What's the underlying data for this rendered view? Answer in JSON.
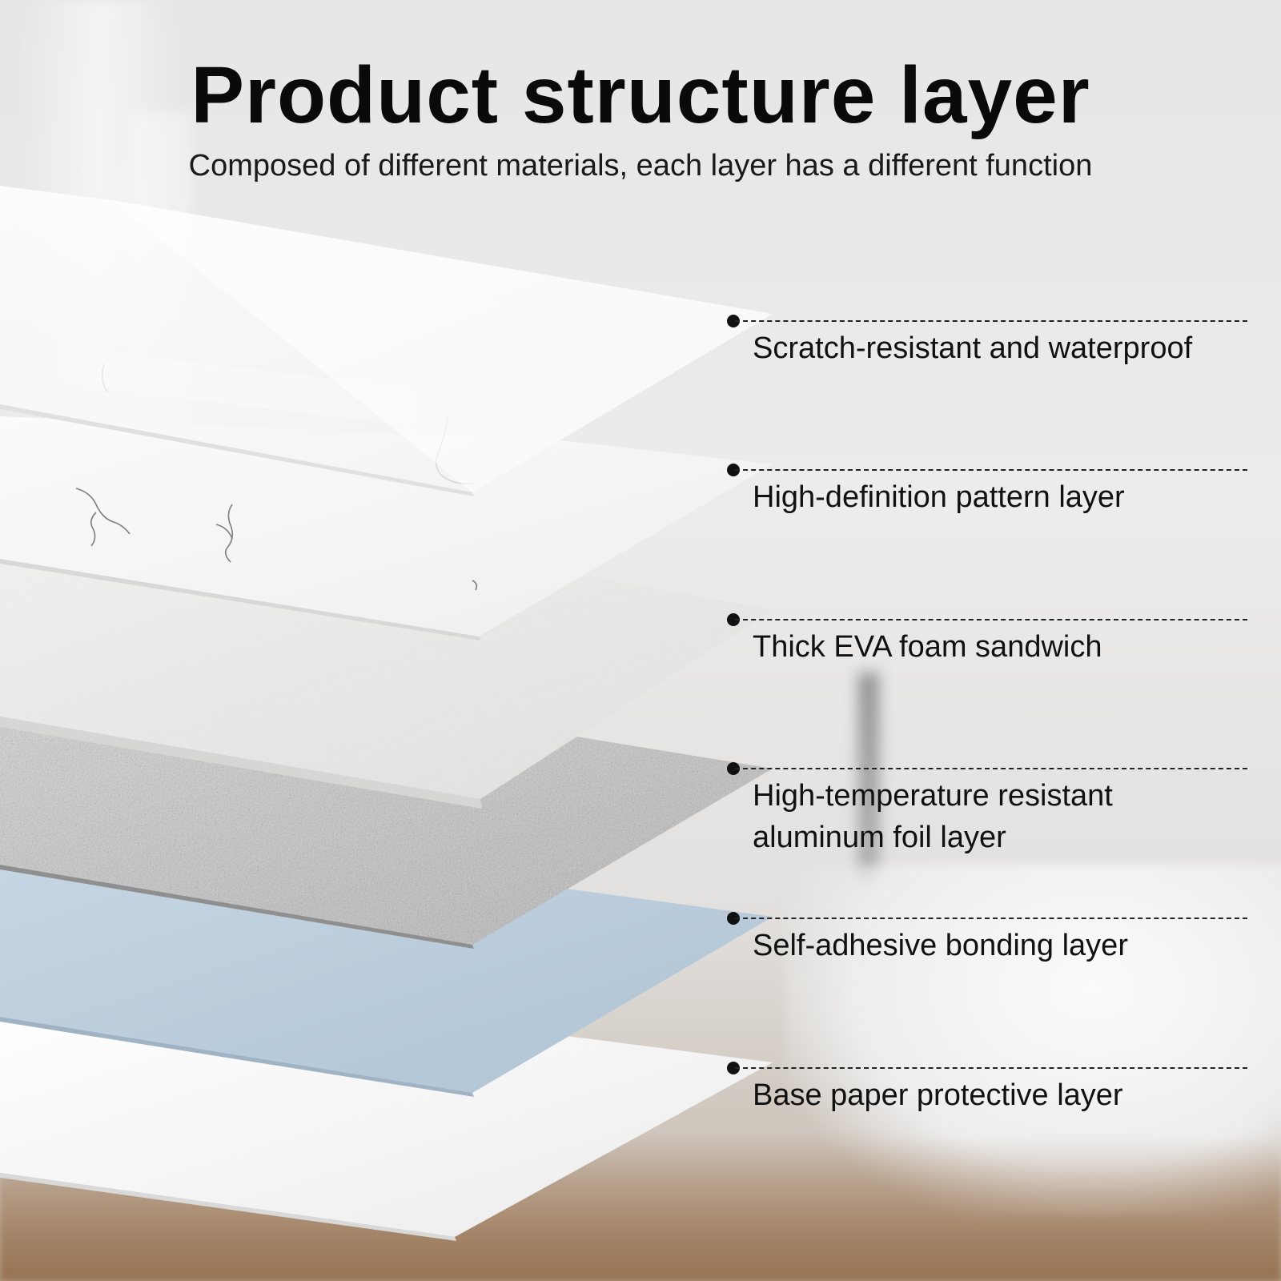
{
  "title": "Product structure layer",
  "subtitle": "Composed of different materials, each layer has a different function",
  "layers": [
    {
      "label": "Scratch-resistant and waterproof",
      "material": "clear-film"
    },
    {
      "label": "High-definition pattern layer",
      "material": "marble"
    },
    {
      "label": "Thick EVA foam sandwich",
      "material": "foam"
    },
    {
      "label": "High-temperature resistant aluminum foil layer",
      "material": "aluminum"
    },
    {
      "label": "Self-adhesive bonding layer",
      "material": "adhesive"
    },
    {
      "label": "Base paper protective layer",
      "material": "paper"
    }
  ],
  "colors": {
    "title": "#0a0a0a",
    "clear_film": "#f6f6f6",
    "marble": "#f7f7f7",
    "foam": "#ececea",
    "aluminum": "#c4c4c4",
    "adhesive": "#b7c9d8",
    "paper": "#f4f4f4"
  }
}
